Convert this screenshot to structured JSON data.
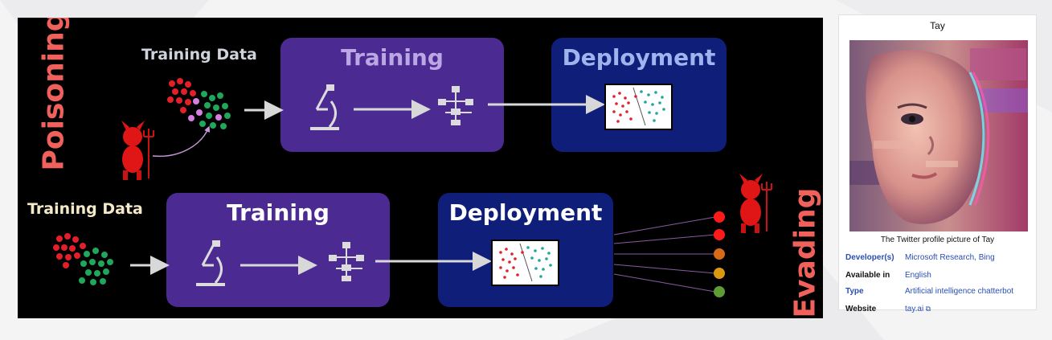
{
  "diagram": {
    "poisoning_label": "Poisoning",
    "evading_label": "Evading",
    "top": {
      "training_data": "Training Data",
      "training": "Training",
      "deployment": "Deployment"
    },
    "bottom": {
      "training_data": "Training Data",
      "training": "Training",
      "deployment": "Deployment"
    },
    "colors": {
      "red_points": "#e3202a",
      "green_points": "#1fa75b",
      "pink_points": "#d77fe0",
      "purple_box": "#4b2b92",
      "navy_box": "#0f1e78",
      "label_red": "#f0615c"
    },
    "output_dot_colors": [
      "#ff1a1a",
      "#ff1a1a",
      "#d76a18",
      "#d99a12",
      "#5c9e33"
    ]
  },
  "infobox": {
    "title": "Tay",
    "caption": "The Twitter profile picture of Tay",
    "rows": [
      {
        "key": "Developer(s)",
        "value": "Microsoft Research, Bing"
      },
      {
        "key": "Available in",
        "value": "English"
      },
      {
        "key": "Type",
        "value": "Artificial intelligence chatterbot"
      },
      {
        "key": "Website",
        "value": "tay.ai"
      }
    ]
  }
}
